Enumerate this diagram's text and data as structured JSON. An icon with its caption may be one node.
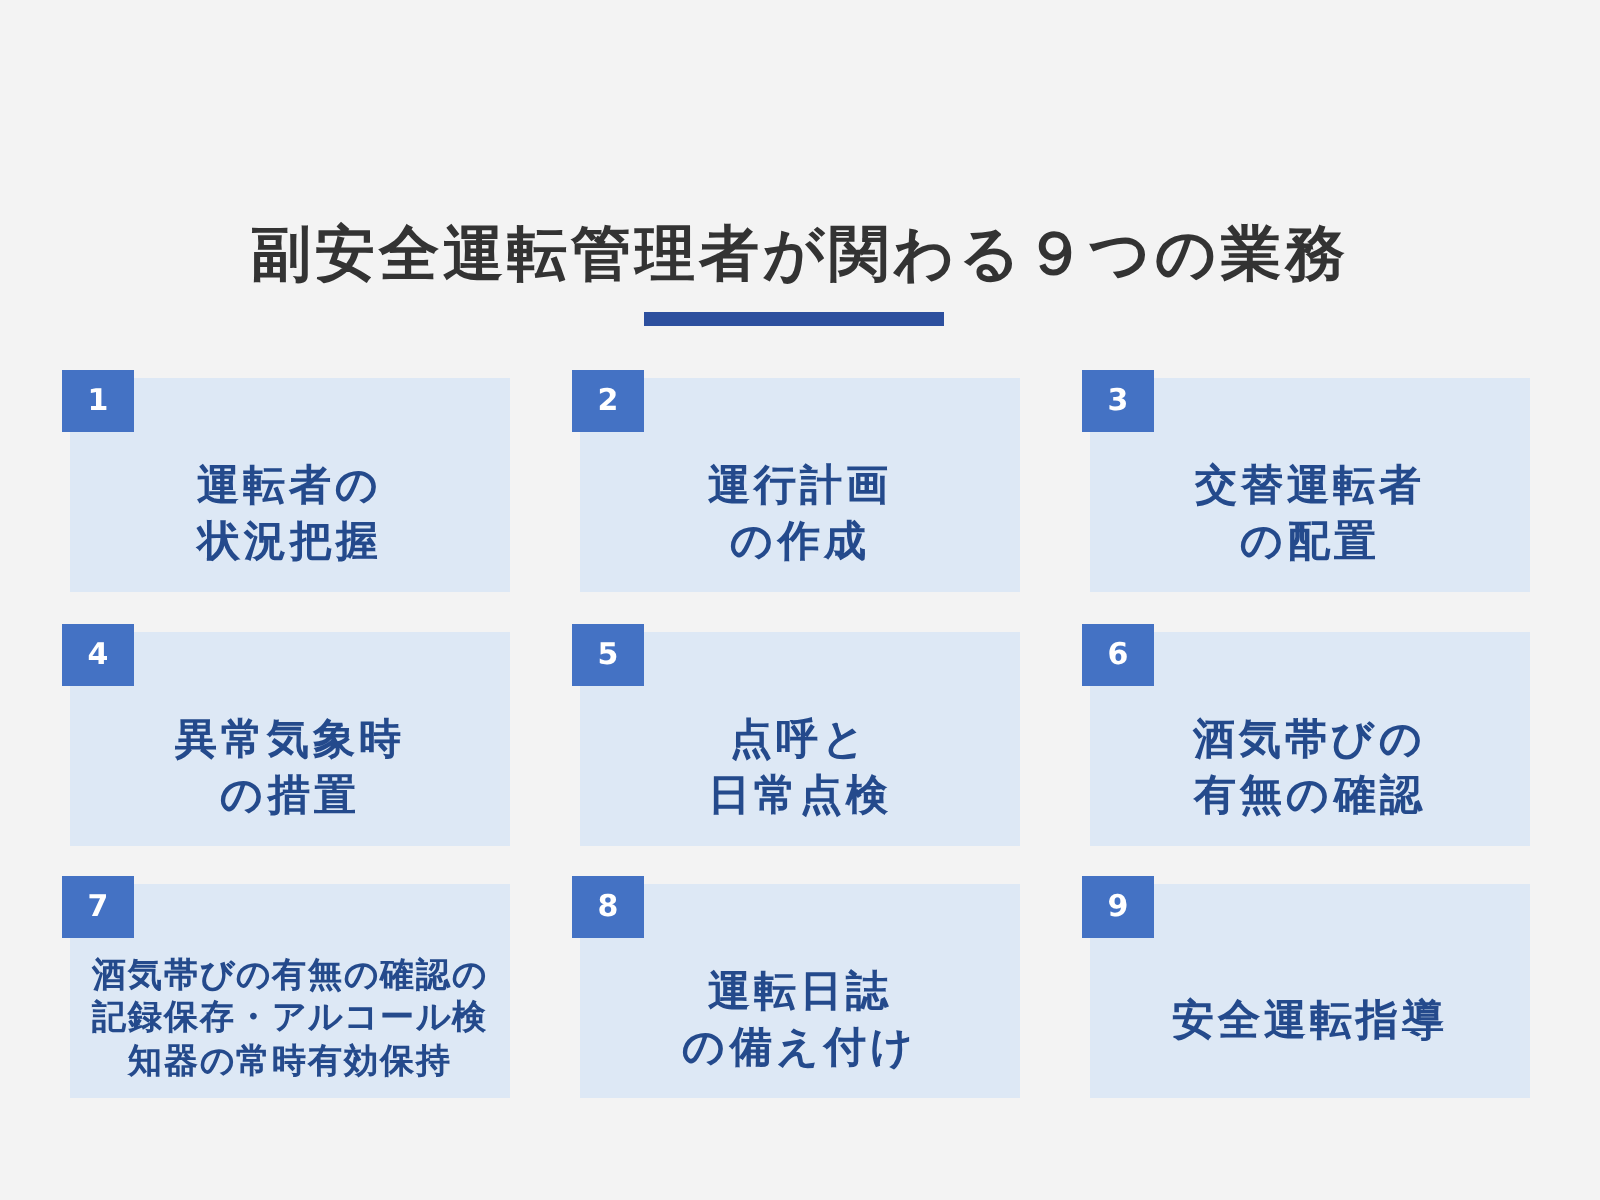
{
  "diagram": {
    "title": "副安全運転管理者が関わる９つの業務",
    "nodes": [
      {
        "text": [
          "1",
          "運転者の状況把握"
        ]
      },
      {
        "text": [
          "2",
          "運行計画の作成"
        ]
      },
      {
        "text": [
          "3",
          "交替運転者の配置"
        ]
      },
      {
        "text": [
          "4",
          "異常気象時の措置"
        ]
      },
      {
        "text": [
          "5",
          "点呼と日常点検"
        ]
      },
      {
        "text": [
          "6",
          "酒気帯びの有無の確認"
        ]
      },
      {
        "text": [
          "7",
          "酒気帯びの有無の確認の記録保存・アルコール検知器の常時有効保持"
        ]
      },
      {
        "text": [
          "8",
          "運転日誌の備え付け"
        ]
      },
      {
        "text": [
          "9",
          "安全運転指導"
        ]
      }
    ],
    "edges": []
  }
}
